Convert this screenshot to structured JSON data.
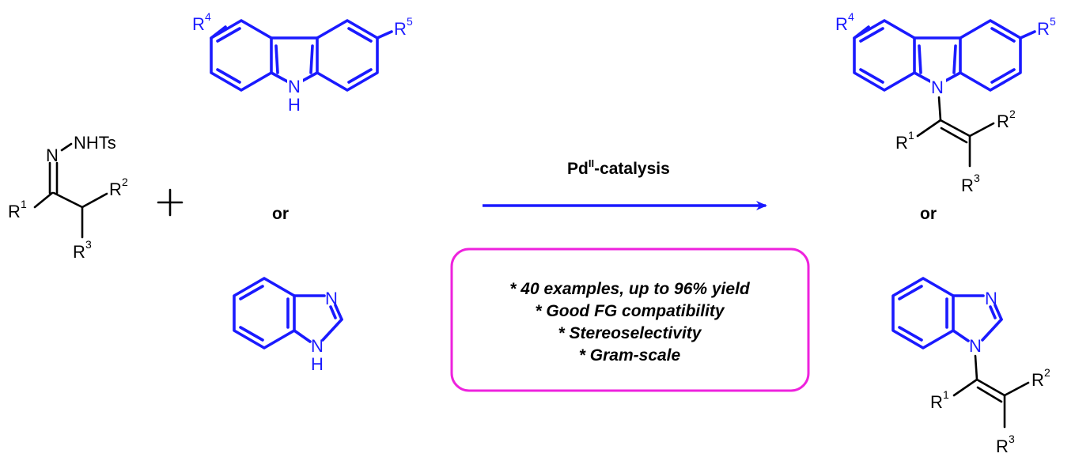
{
  "colors": {
    "reagent_blue": "#1a1aff",
    "box_magenta": "#ee22dd",
    "arrow_blue": "#1a1aff",
    "black": "#000000"
  },
  "hydrazone": {
    "nh_label": "NHTs",
    "n_label": "N",
    "r1": "R",
    "r1_sup": "1",
    "r2": "R",
    "r2_sup": "2",
    "r3": "R",
    "r3_sup": "3"
  },
  "plus_sign": "+",
  "carbazole": {
    "nh_label": "N",
    "h_label": "H",
    "r4": "R",
    "r4_sup": "4",
    "r5": "R",
    "r5_sup": "5"
  },
  "benzimidazole": {
    "n3_label": "N",
    "n1_label": "N",
    "h_label": "H"
  },
  "or_left": "or",
  "or_right": "or",
  "arrow": {
    "label_main": "Pd",
    "label_sup": "II",
    "label_rest": "-catalysis"
  },
  "features": [
    "* 40 examples, up to 96% yield",
    "* Good FG compatibility",
    "* Stereoselectivity",
    "* Gram-scale"
  ],
  "product_carbazole": {
    "n_label": "N",
    "r1": "R",
    "r1_sup": "1",
    "r2": "R",
    "r2_sup": "2",
    "r3": "R",
    "r3_sup": "3",
    "r4": "R",
    "r4_sup": "4",
    "r5": "R",
    "r5_sup": "5"
  },
  "product_benzimidazole": {
    "n3_label": "N",
    "n1_label": "N",
    "r1": "R",
    "r1_sup": "1",
    "r2": "R",
    "r2_sup": "2",
    "r3": "R",
    "r3_sup": "3"
  }
}
